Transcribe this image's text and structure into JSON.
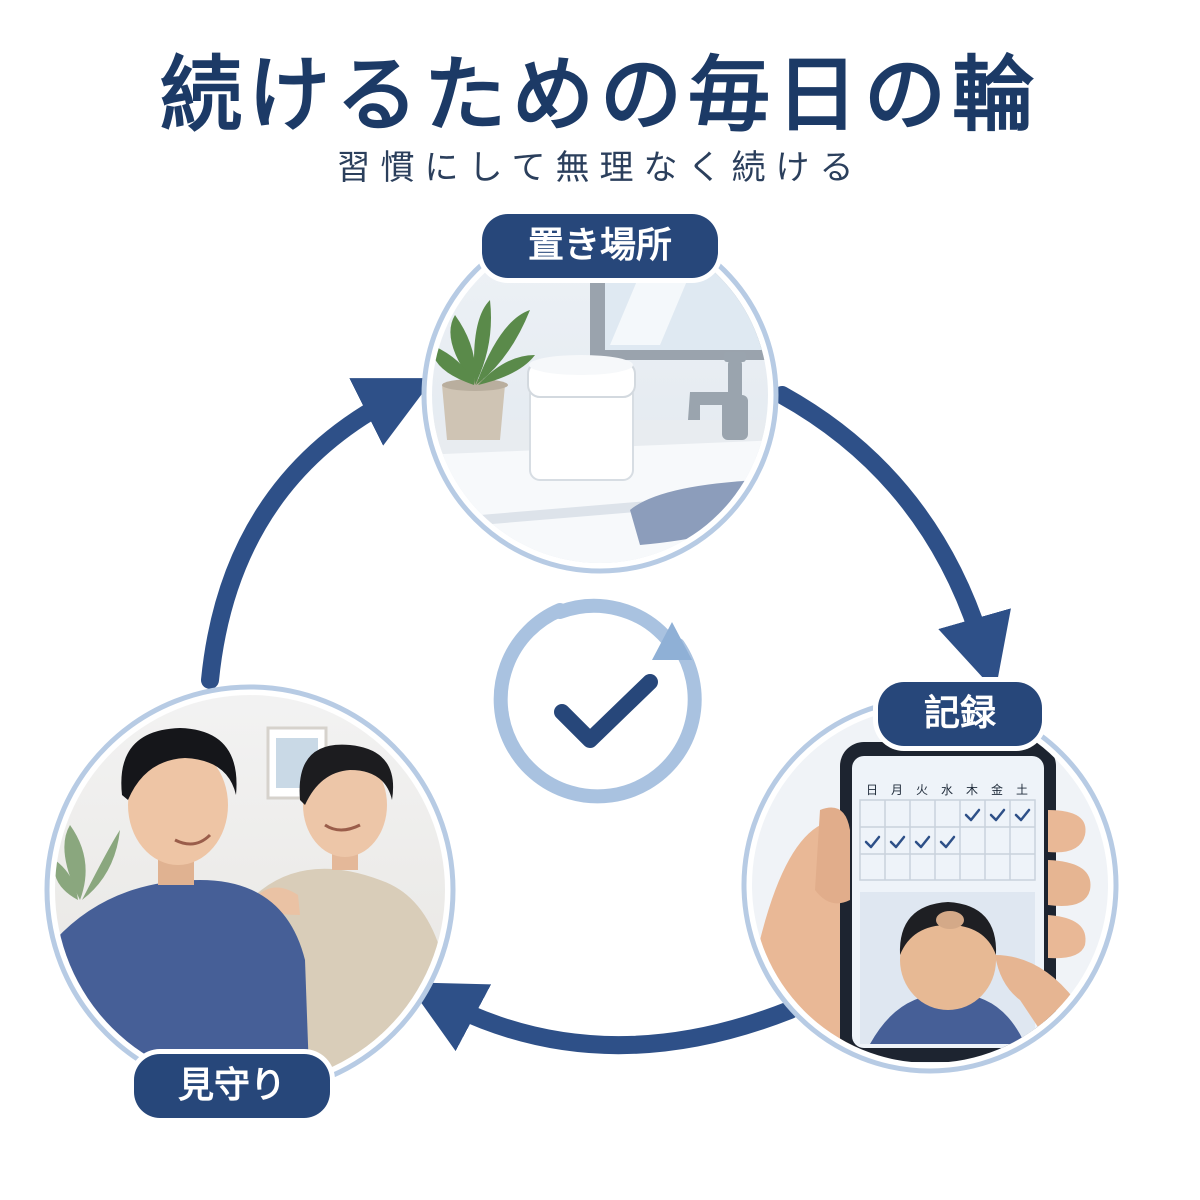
{
  "title": "続けるための毎日の輪",
  "subtitle": "習慣にして無理なく続ける",
  "steps": {
    "placement": "置き場所",
    "record": "記録",
    "watch": "見守り"
  },
  "calendar": {
    "days": [
      "日",
      "月",
      "火",
      "水",
      "木",
      "金",
      "土"
    ]
  },
  "colors": {
    "primary": "#27477a",
    "ring": "#a9c2e0",
    "accent": "#8fb0d6"
  }
}
